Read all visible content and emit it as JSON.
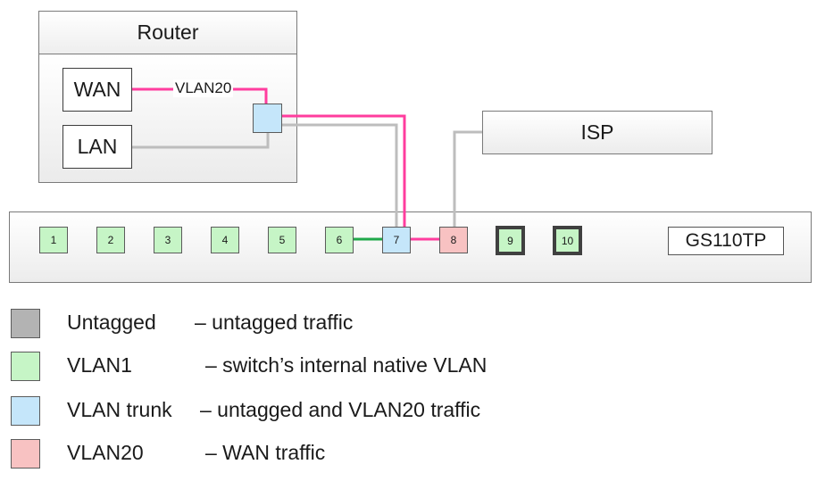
{
  "router": {
    "title": "Router",
    "wan_label": "WAN",
    "lan_label": "LAN",
    "link_label": "VLAN20"
  },
  "isp": {
    "label": "ISP"
  },
  "switch": {
    "label": "GS110TP",
    "ports": [
      {
        "label": "1",
        "vlan": "VLAN1"
      },
      {
        "label": "2",
        "vlan": "VLAN1"
      },
      {
        "label": "3",
        "vlan": "VLAN1"
      },
      {
        "label": "4",
        "vlan": "VLAN1"
      },
      {
        "label": "5",
        "vlan": "VLAN1"
      },
      {
        "label": "6",
        "vlan": "VLAN1"
      },
      {
        "label": "7",
        "vlan": "VLAN trunk"
      },
      {
        "label": "8",
        "vlan": "VLAN20"
      },
      {
        "label": "9",
        "vlan": "VLAN1"
      },
      {
        "label": "10",
        "vlan": "VLAN1"
      }
    ]
  },
  "legend": [
    {
      "name": "Untagged",
      "desc": "– untagged traffic",
      "color": "#b3b3b3"
    },
    {
      "name": "VLAN1",
      "desc": "– switch’s internal native VLAN",
      "color": "#c6f5c6"
    },
    {
      "name": "VLAN trunk",
      "desc": "– untagged and VLAN20 traffic",
      "color": "#c5e6fa"
    },
    {
      "name": "VLAN20",
      "desc": "– WAN traffic",
      "color": "#f8c2c2"
    }
  ],
  "colors": {
    "vlan20_line": "#ff3d9e",
    "untagged_line": "#bdbdbd",
    "vlan1_line": "#1fa84a"
  }
}
